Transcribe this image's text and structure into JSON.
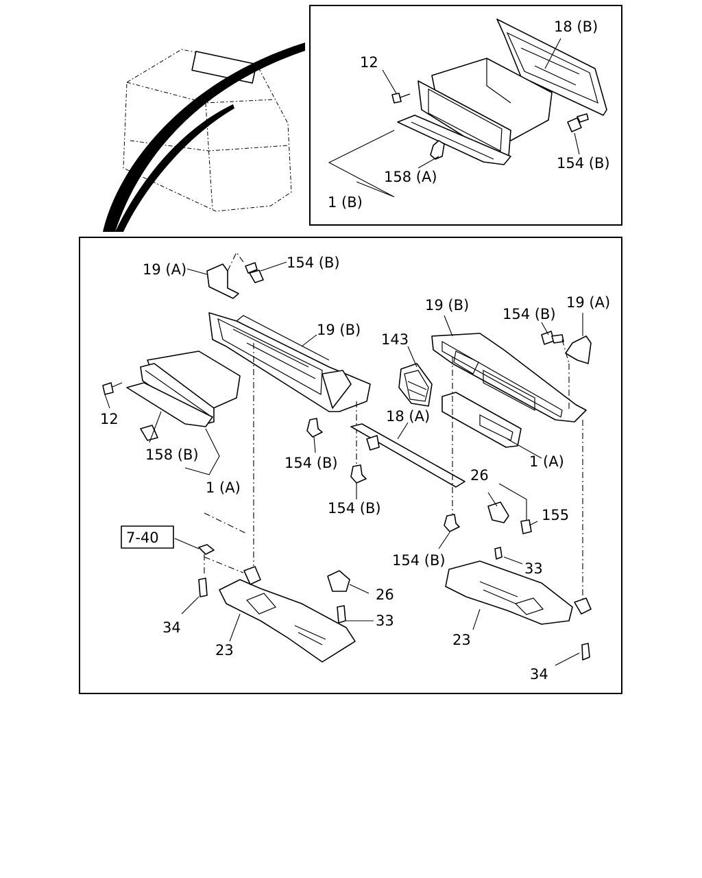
{
  "diagram": {
    "inset_labels": {
      "label_18b": "18 (B)",
      "label_12": "12",
      "label_154b": "154 (B)",
      "label_158a": "158 (A)",
      "label_1b": "1 (B)"
    },
    "main_labels": {
      "label_19a_left": "19 (A)",
      "label_154b_top": "154 (B)",
      "label_19b_mid": "19 (B)",
      "label_12": "12",
      "label_158b": "158 (B)",
      "label_154b_mid": "154 (B)",
      "label_1a_left": "1 (A)",
      "label_154b_low": "154 (B)",
      "label_143": "143",
      "label_18a": "18 (A)",
      "label_19b_right": "19 (B)",
      "label_154b_right": "154 (B)",
      "label_19a_right": "19 (A)",
      "label_1a_right": "1 (A)",
      "label_26_right": "26",
      "label_155": "155",
      "label_154b_bottom": "154 (B)",
      "label_33_right": "33",
      "label_ref_box": "7-40",
      "label_34_left": "34",
      "label_23_left": "23",
      "label_26_left": "26",
      "label_33_left": "33",
      "label_23_right": "23",
      "label_34_right": "34"
    }
  }
}
